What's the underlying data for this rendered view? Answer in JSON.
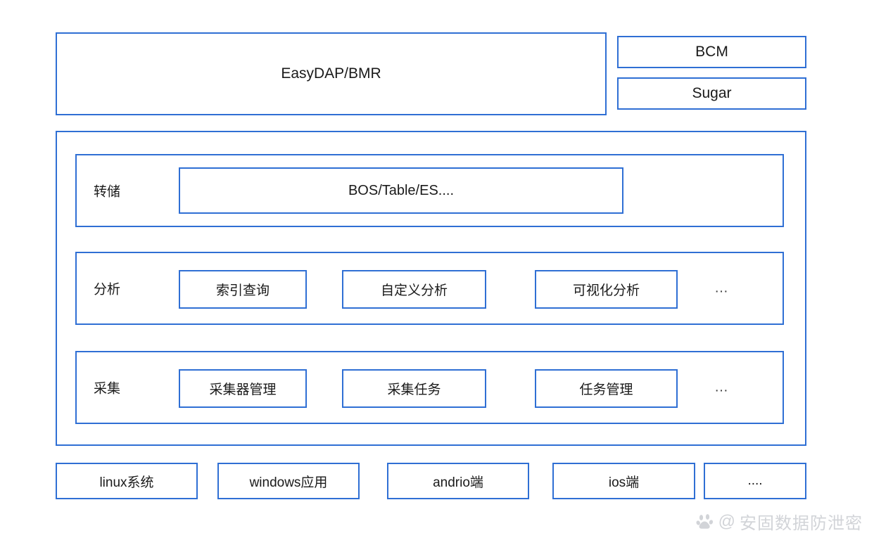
{
  "diagram": {
    "top_band": {
      "main_product": "EasyDAP/BMR",
      "side_products": [
        "BCM",
        "Sugar"
      ]
    },
    "platform": {
      "layers": [
        {
          "title": "转储",
          "wide_item": "BOS/Table/ES....",
          "items": [],
          "ellipsis": ""
        },
        {
          "title": "分析",
          "wide_item": "",
          "items": [
            "索引查询",
            "自定义分析",
            "可视化分析"
          ],
          "ellipsis": "…"
        },
        {
          "title": "采集",
          "wide_item": "",
          "items": [
            "采集器管理",
            "采集任务",
            "任务管理"
          ],
          "ellipsis": "…"
        }
      ]
    },
    "endpoints": [
      "linux系统",
      "windows应用",
      "andrio端",
      "ios端",
      "...."
    ],
    "watermark": {
      "at_symbol": "@",
      "text": "安固数据防泄密"
    },
    "colors": {
      "border_blue": "#2f6fd4",
      "text": "#1a1a1a",
      "background": "#ffffff",
      "watermark_gray": "#d2d4d8"
    }
  }
}
